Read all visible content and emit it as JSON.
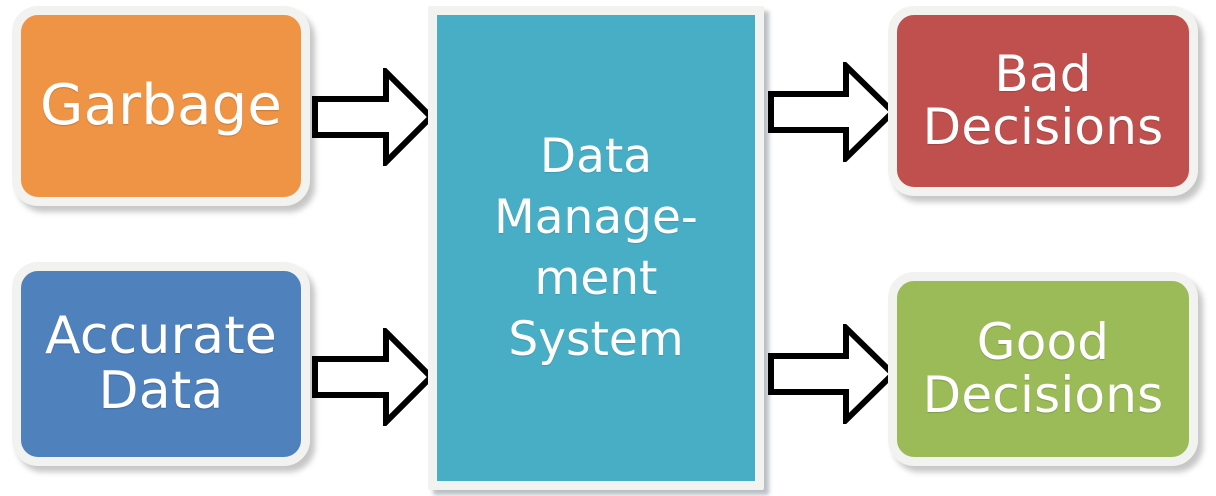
{
  "diagram": {
    "title": "Data Management System Input-Output Flow",
    "type": "flow-diagram",
    "background_color": "#ffffff",
    "inputs": [
      {
        "id": "garbage",
        "label": "Garbage",
        "color": "#ef9344",
        "text_color": "#ffffff",
        "border_color": "#f2f2f0",
        "shape": "rounded-rectangle"
      },
      {
        "id": "accurate-data",
        "label": "Accurate\nData",
        "color": "#4f81bd",
        "text_color": "#ffffff",
        "border_color": "#f2f2f0",
        "shape": "rounded-rectangle"
      }
    ],
    "process": {
      "id": "data-management-system",
      "label": "Data\nManage-\nment\nSystem",
      "color": "#47aec6",
      "text_color": "#ffffff",
      "border_color": "#f2f2f0",
      "shape": "rectangle"
    },
    "outputs": [
      {
        "id": "bad-decisions",
        "label": "Bad\nDecisions",
        "color": "#c0504d",
        "text_color": "#ffffff",
        "border_color": "#f2f2f0",
        "shape": "rounded-rectangle"
      },
      {
        "id": "good-decisions",
        "label": "Good\nDecisions",
        "color": "#9bbb59",
        "text_color": "#ffffff",
        "border_color": "#f2f2f0",
        "shape": "rounded-rectangle"
      }
    ],
    "arrows": [
      {
        "id": "garbage-to-system",
        "from": "garbage",
        "to": "data-management-system",
        "direction": "right",
        "fill": "#ffffff",
        "stroke": "#000000"
      },
      {
        "id": "accurate-data-to-system",
        "from": "accurate-data",
        "to": "data-management-system",
        "direction": "right",
        "fill": "#ffffff",
        "stroke": "#000000"
      },
      {
        "id": "system-to-bad-decisions",
        "from": "data-management-system",
        "to": "bad-decisions",
        "direction": "right",
        "fill": "#ffffff",
        "stroke": "#000000"
      },
      {
        "id": "system-to-good-decisions",
        "from": "data-management-system",
        "to": "good-decisions",
        "direction": "right",
        "fill": "#ffffff",
        "stroke": "#000000"
      }
    ]
  }
}
